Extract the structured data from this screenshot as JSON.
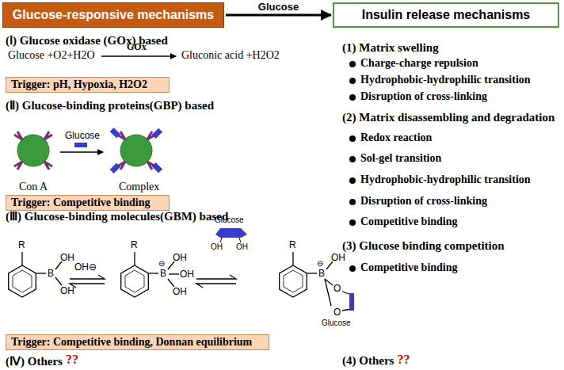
{
  "diagram": {
    "nodes": [
      {
        "text": [
          "Glucose-responsive mechanisms"
        ]
      },
      {
        "text": [
          "Insulin release mechanisms"
        ]
      },
      {
        "text": [
          "Trigger: pH, Hypoxia, H2O2"
        ]
      },
      {
        "text": [
          "Trigger: Competitive binding"
        ]
      },
      {
        "text": [
          "Trigger: Competitive binding, Donnan equilibrium"
        ]
      }
    ],
    "edges": [
      {
        "from": 0,
        "to": 1,
        "arrow": "to",
        "label": "Glucose"
      }
    ],
    "labels": [
      "(Ⅰ) Glucose oxidase (GOx) based",
      "Glucose +O2+H2O",
      "GOx",
      "Gluconic acid +H2O2",
      "(Ⅱ) Glucose-binding proteins(GBP) based",
      "Glucose",
      "Con A",
      "Complex",
      "(Ⅲ) Glucose-binding molecules(GBM) based",
      "R",
      "R",
      "R",
      "B",
      "OH",
      "OH",
      "OH⊖",
      "B",
      "⊖",
      "OH",
      "OH",
      "OH",
      "Glucose",
      "OH",
      "OH",
      "B",
      "⊖",
      "OH",
      "O",
      "O",
      "Glucose",
      "(Ⅳ) Others",
      "??",
      "(1) Matrix swelling",
      "Charge-charge repulsion",
      "Hydrophobic-hydrophilic transition",
      "Disruption of cross-linking",
      "(2) Matrix disassembling and degradation",
      "Redox reaction",
      "Sol-gel transition",
      "Hydrophobic-hydrophilic transition",
      "Disruption of cross-linking",
      "Competitive binding",
      "(3) Glucose binding competition",
      "Competitive binding",
      "(4) Others",
      "??"
    ]
  }
}
